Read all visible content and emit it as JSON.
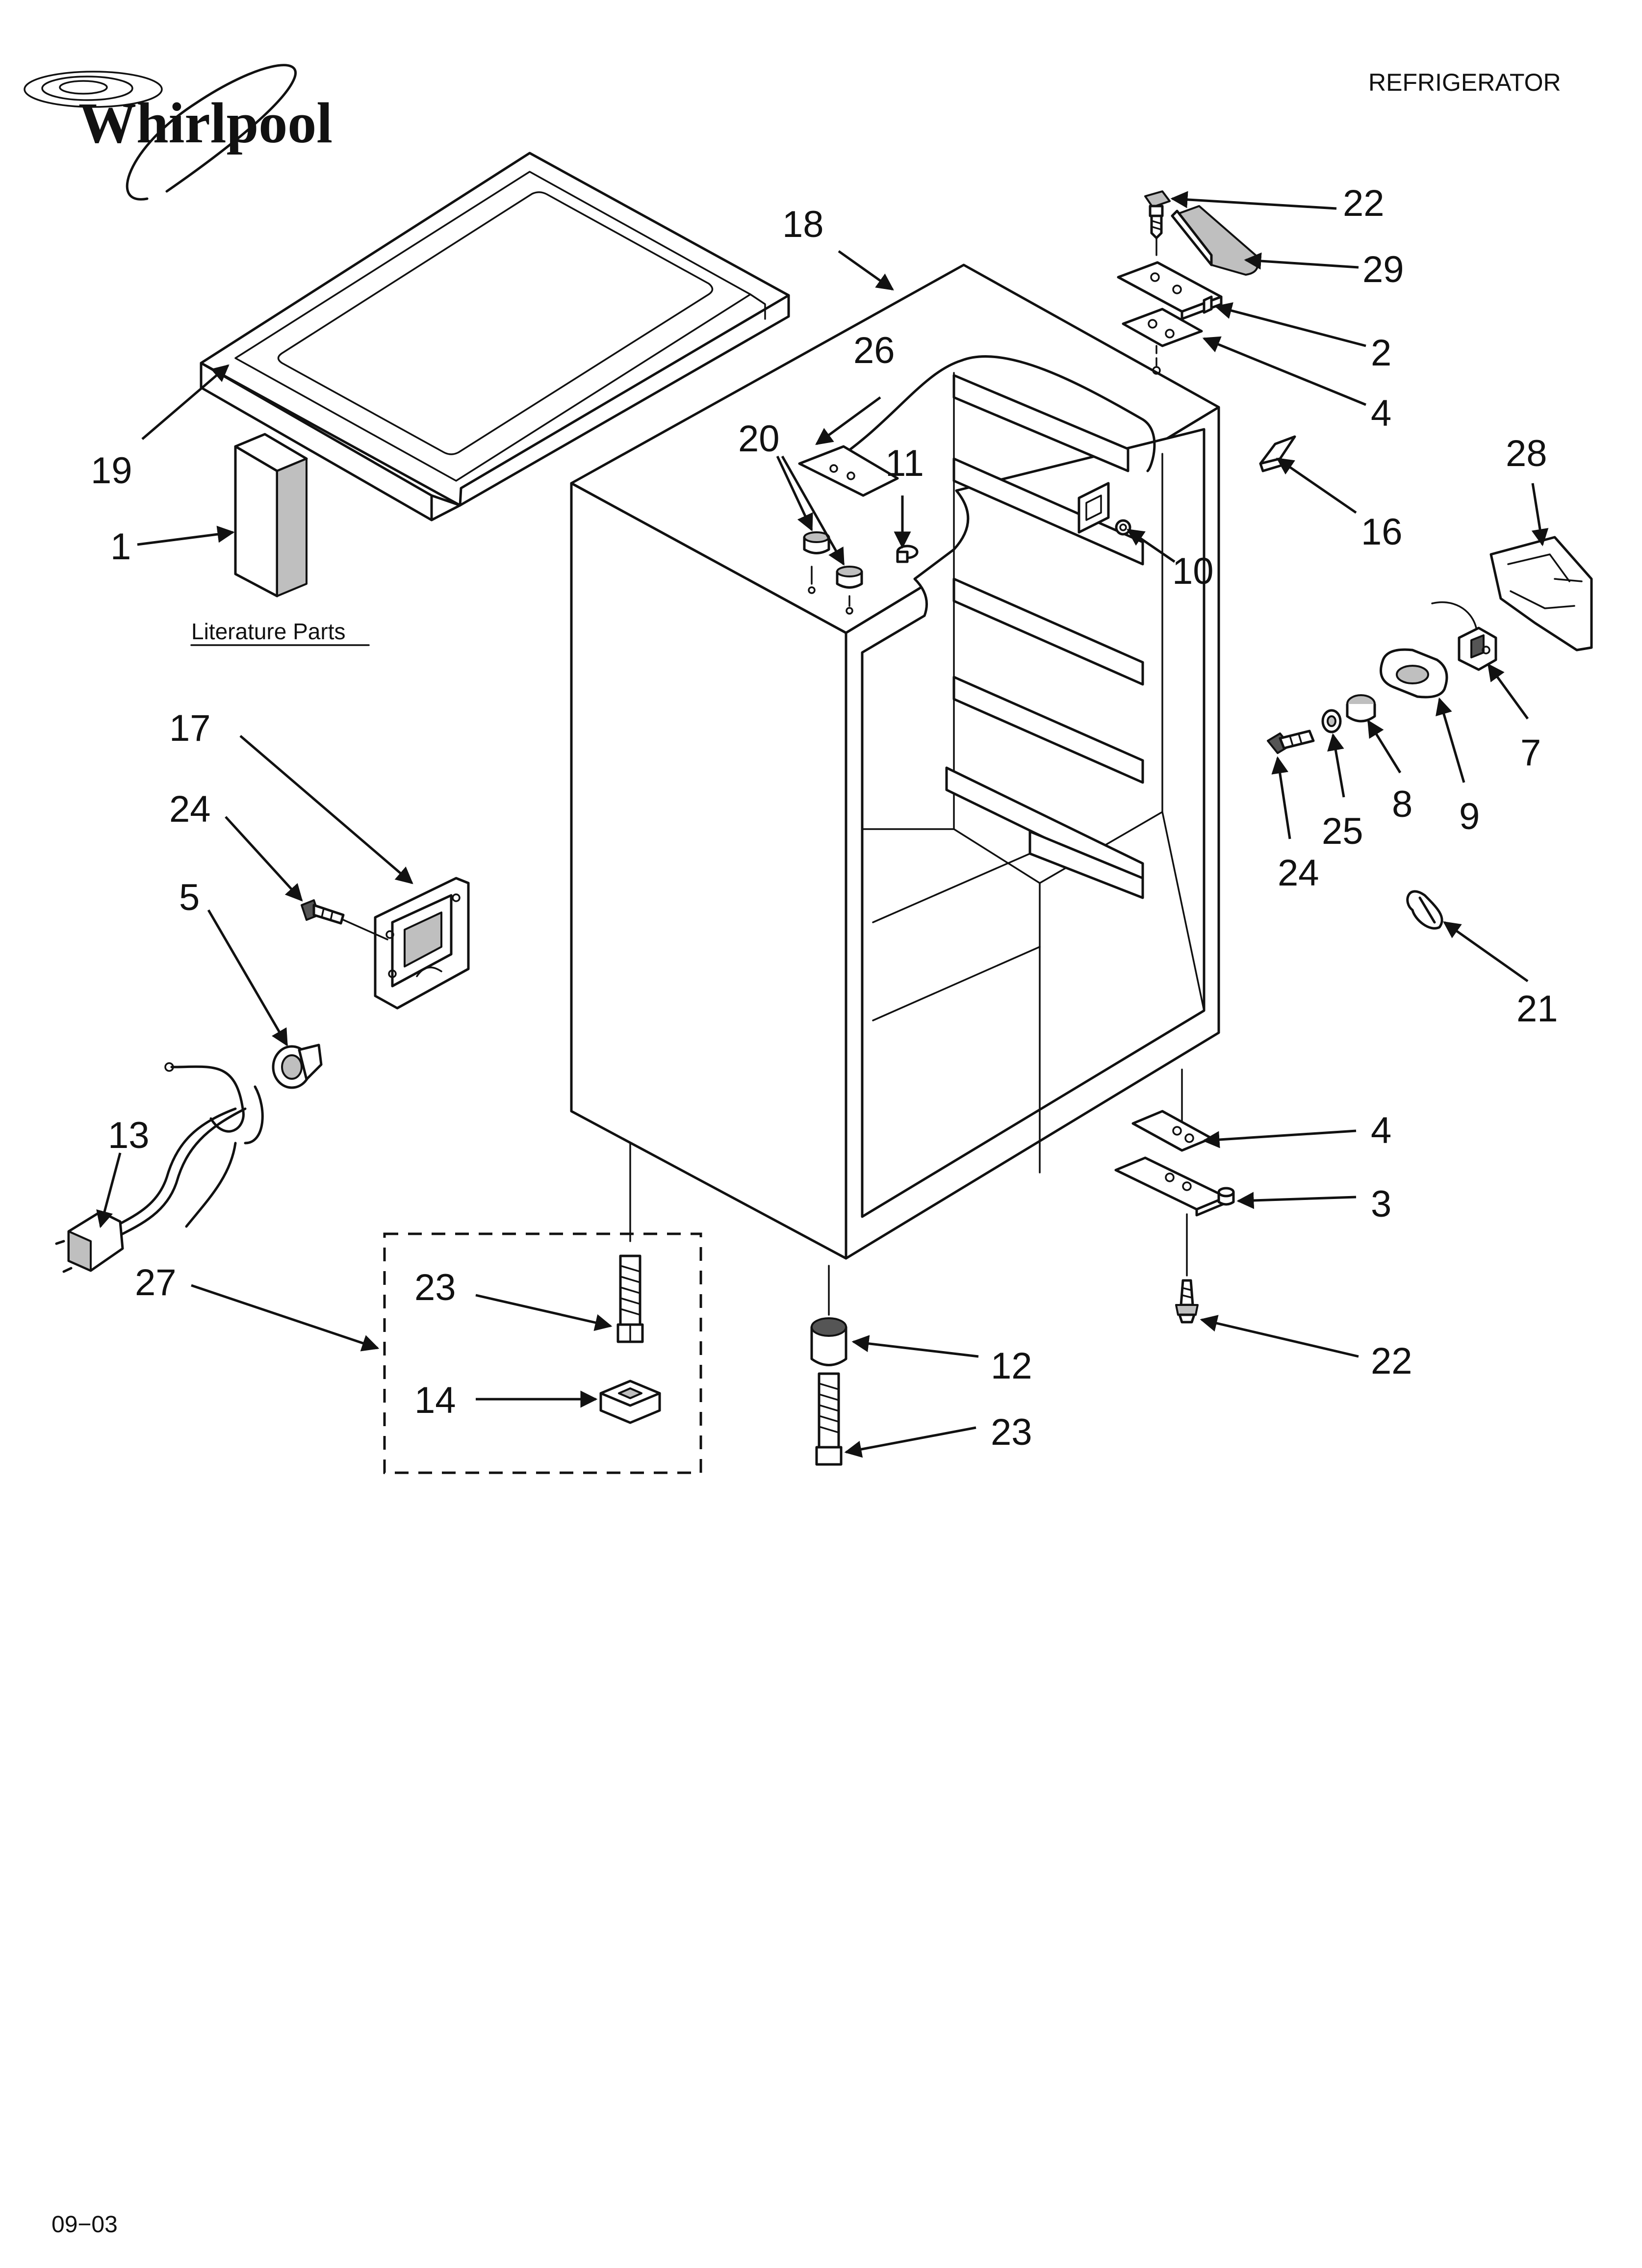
{
  "header": {
    "brand": "Whirlpool",
    "section_title": "REFRIGERATOR"
  },
  "literature": {
    "label": "Literature Parts"
  },
  "footer": {
    "code": "09−03"
  },
  "callouts": [
    {
      "id": "c-22-top",
      "text": "22"
    },
    {
      "id": "c-29",
      "text": "29"
    },
    {
      "id": "c-18",
      "text": "18"
    },
    {
      "id": "c-2",
      "text": "2"
    },
    {
      "id": "c-26",
      "text": "26"
    },
    {
      "id": "c-4-top",
      "text": "4"
    },
    {
      "id": "c-20",
      "text": "20"
    },
    {
      "id": "c-11",
      "text": "11"
    },
    {
      "id": "c-28",
      "text": "28"
    },
    {
      "id": "c-19",
      "text": "19"
    },
    {
      "id": "c-16",
      "text": "16"
    },
    {
      "id": "c-1",
      "text": "1"
    },
    {
      "id": "c-10",
      "text": "10"
    },
    {
      "id": "c-7",
      "text": "7"
    },
    {
      "id": "c-17",
      "text": "17"
    },
    {
      "id": "c-8",
      "text": "8"
    },
    {
      "id": "c-9",
      "text": "9"
    },
    {
      "id": "c-25",
      "text": "25"
    },
    {
      "id": "c-24-right",
      "text": "24"
    },
    {
      "id": "c-24-left",
      "text": "24"
    },
    {
      "id": "c-5",
      "text": "5"
    },
    {
      "id": "c-21",
      "text": "21"
    },
    {
      "id": "c-13",
      "text": "13"
    },
    {
      "id": "c-4-bottom",
      "text": "4"
    },
    {
      "id": "c-3",
      "text": "3"
    },
    {
      "id": "c-27",
      "text": "27"
    },
    {
      "id": "c-23-left",
      "text": "23"
    },
    {
      "id": "c-22-bottom",
      "text": "22"
    },
    {
      "id": "c-12",
      "text": "12"
    },
    {
      "id": "c-14",
      "text": "14"
    },
    {
      "id": "c-23-right",
      "text": "23"
    }
  ]
}
